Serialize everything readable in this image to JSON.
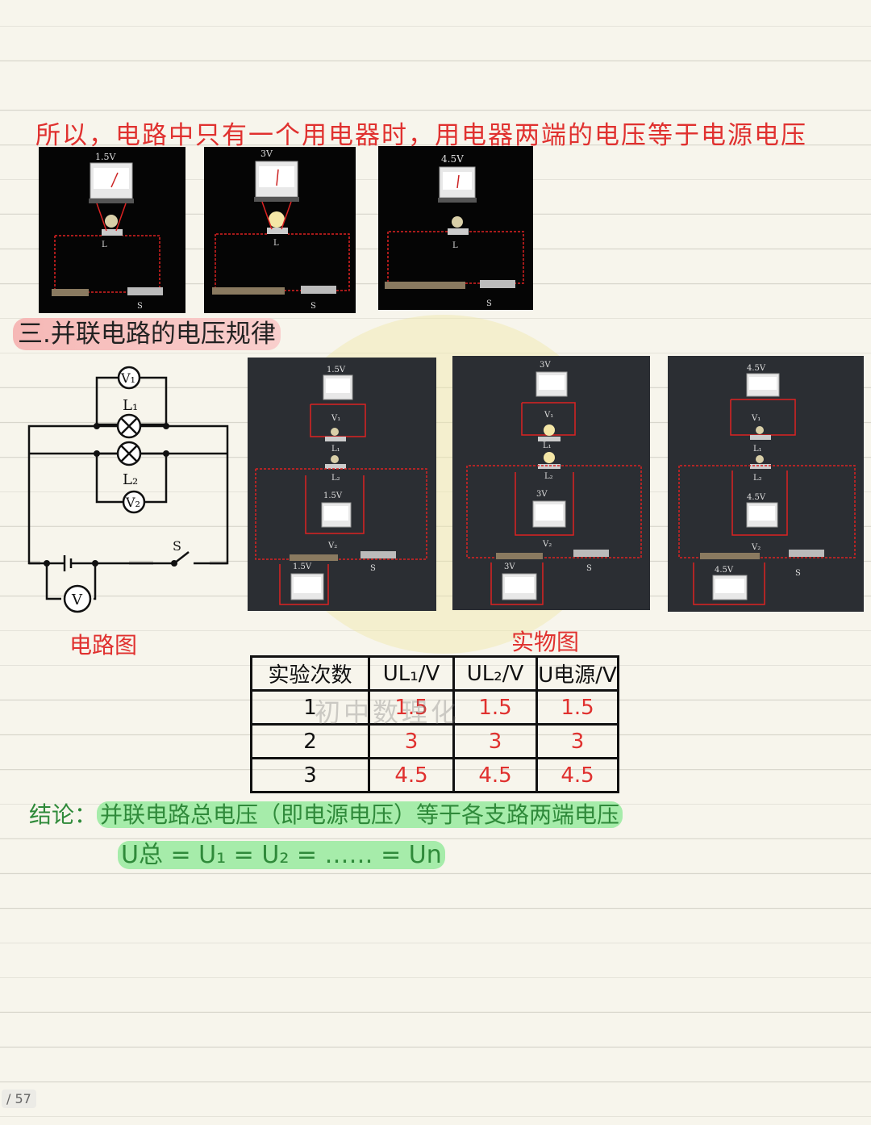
{
  "page": {
    "title_line": "所以，电路中只有一个用电器时，用电器两端的电压等于电源电压",
    "section_heading": "三.并联电路的电压规律",
    "caption_circuit": "电路图",
    "caption_physical": "实物图",
    "watermark": "初中数理化",
    "page_indicator": "/ 57"
  },
  "series_photos": [
    {
      "voltage": "1.5V",
      "lamp": "L",
      "switch": "S"
    },
    {
      "voltage": "3V",
      "lamp": "L",
      "switch": "S"
    },
    {
      "voltage": "4.5V",
      "lamp": "L",
      "switch": "S"
    }
  ],
  "parallel_photos": [
    {
      "v1": "1.5V",
      "v2": "1.5V",
      "vs": "1.5V",
      "v1_label": "V₁",
      "l1": "L₁",
      "l2": "L₂",
      "v2_label": "V₂",
      "switch": "S"
    },
    {
      "v1": "3V",
      "v2": "3V",
      "vs": "3V",
      "v1_label": "V₁",
      "l1": "L₁",
      "l2": "L₂",
      "v2_label": "V₂",
      "switch": "S"
    },
    {
      "v1": "4.5V",
      "v2": "4.5V",
      "vs": "4.5V",
      "v1_label": "V₁",
      "l1": "L₁",
      "l2": "L₂",
      "v2_label": "V₂",
      "switch": "S"
    }
  ],
  "schematic": {
    "v1": "V₁",
    "l1": "L₁",
    "l2": "L₂",
    "v2": "V₂",
    "v": "V",
    "switch": "S"
  },
  "table": {
    "headers": [
      "实验次数",
      "UL₁/V",
      "UL₂/V",
      "U电源/V"
    ],
    "rows": [
      [
        "1",
        "1.5",
        "1.5",
        "1.5"
      ],
      [
        "2",
        "3",
        "3",
        "3"
      ],
      [
        "3",
        "4.5",
        "4.5",
        "4.5"
      ]
    ]
  },
  "conclusion": {
    "label": "结论：",
    "text": "并联电路总电压（即电源电压）等于各支路两端电压",
    "formula": "U总 = U₁ = U₂ = …… = Un"
  },
  "colors": {
    "red": "#e0312f",
    "green": "#2f8a3a",
    "highlight_green": "#a6ecaa",
    "highlight_pink": "#f6b8b6"
  }
}
